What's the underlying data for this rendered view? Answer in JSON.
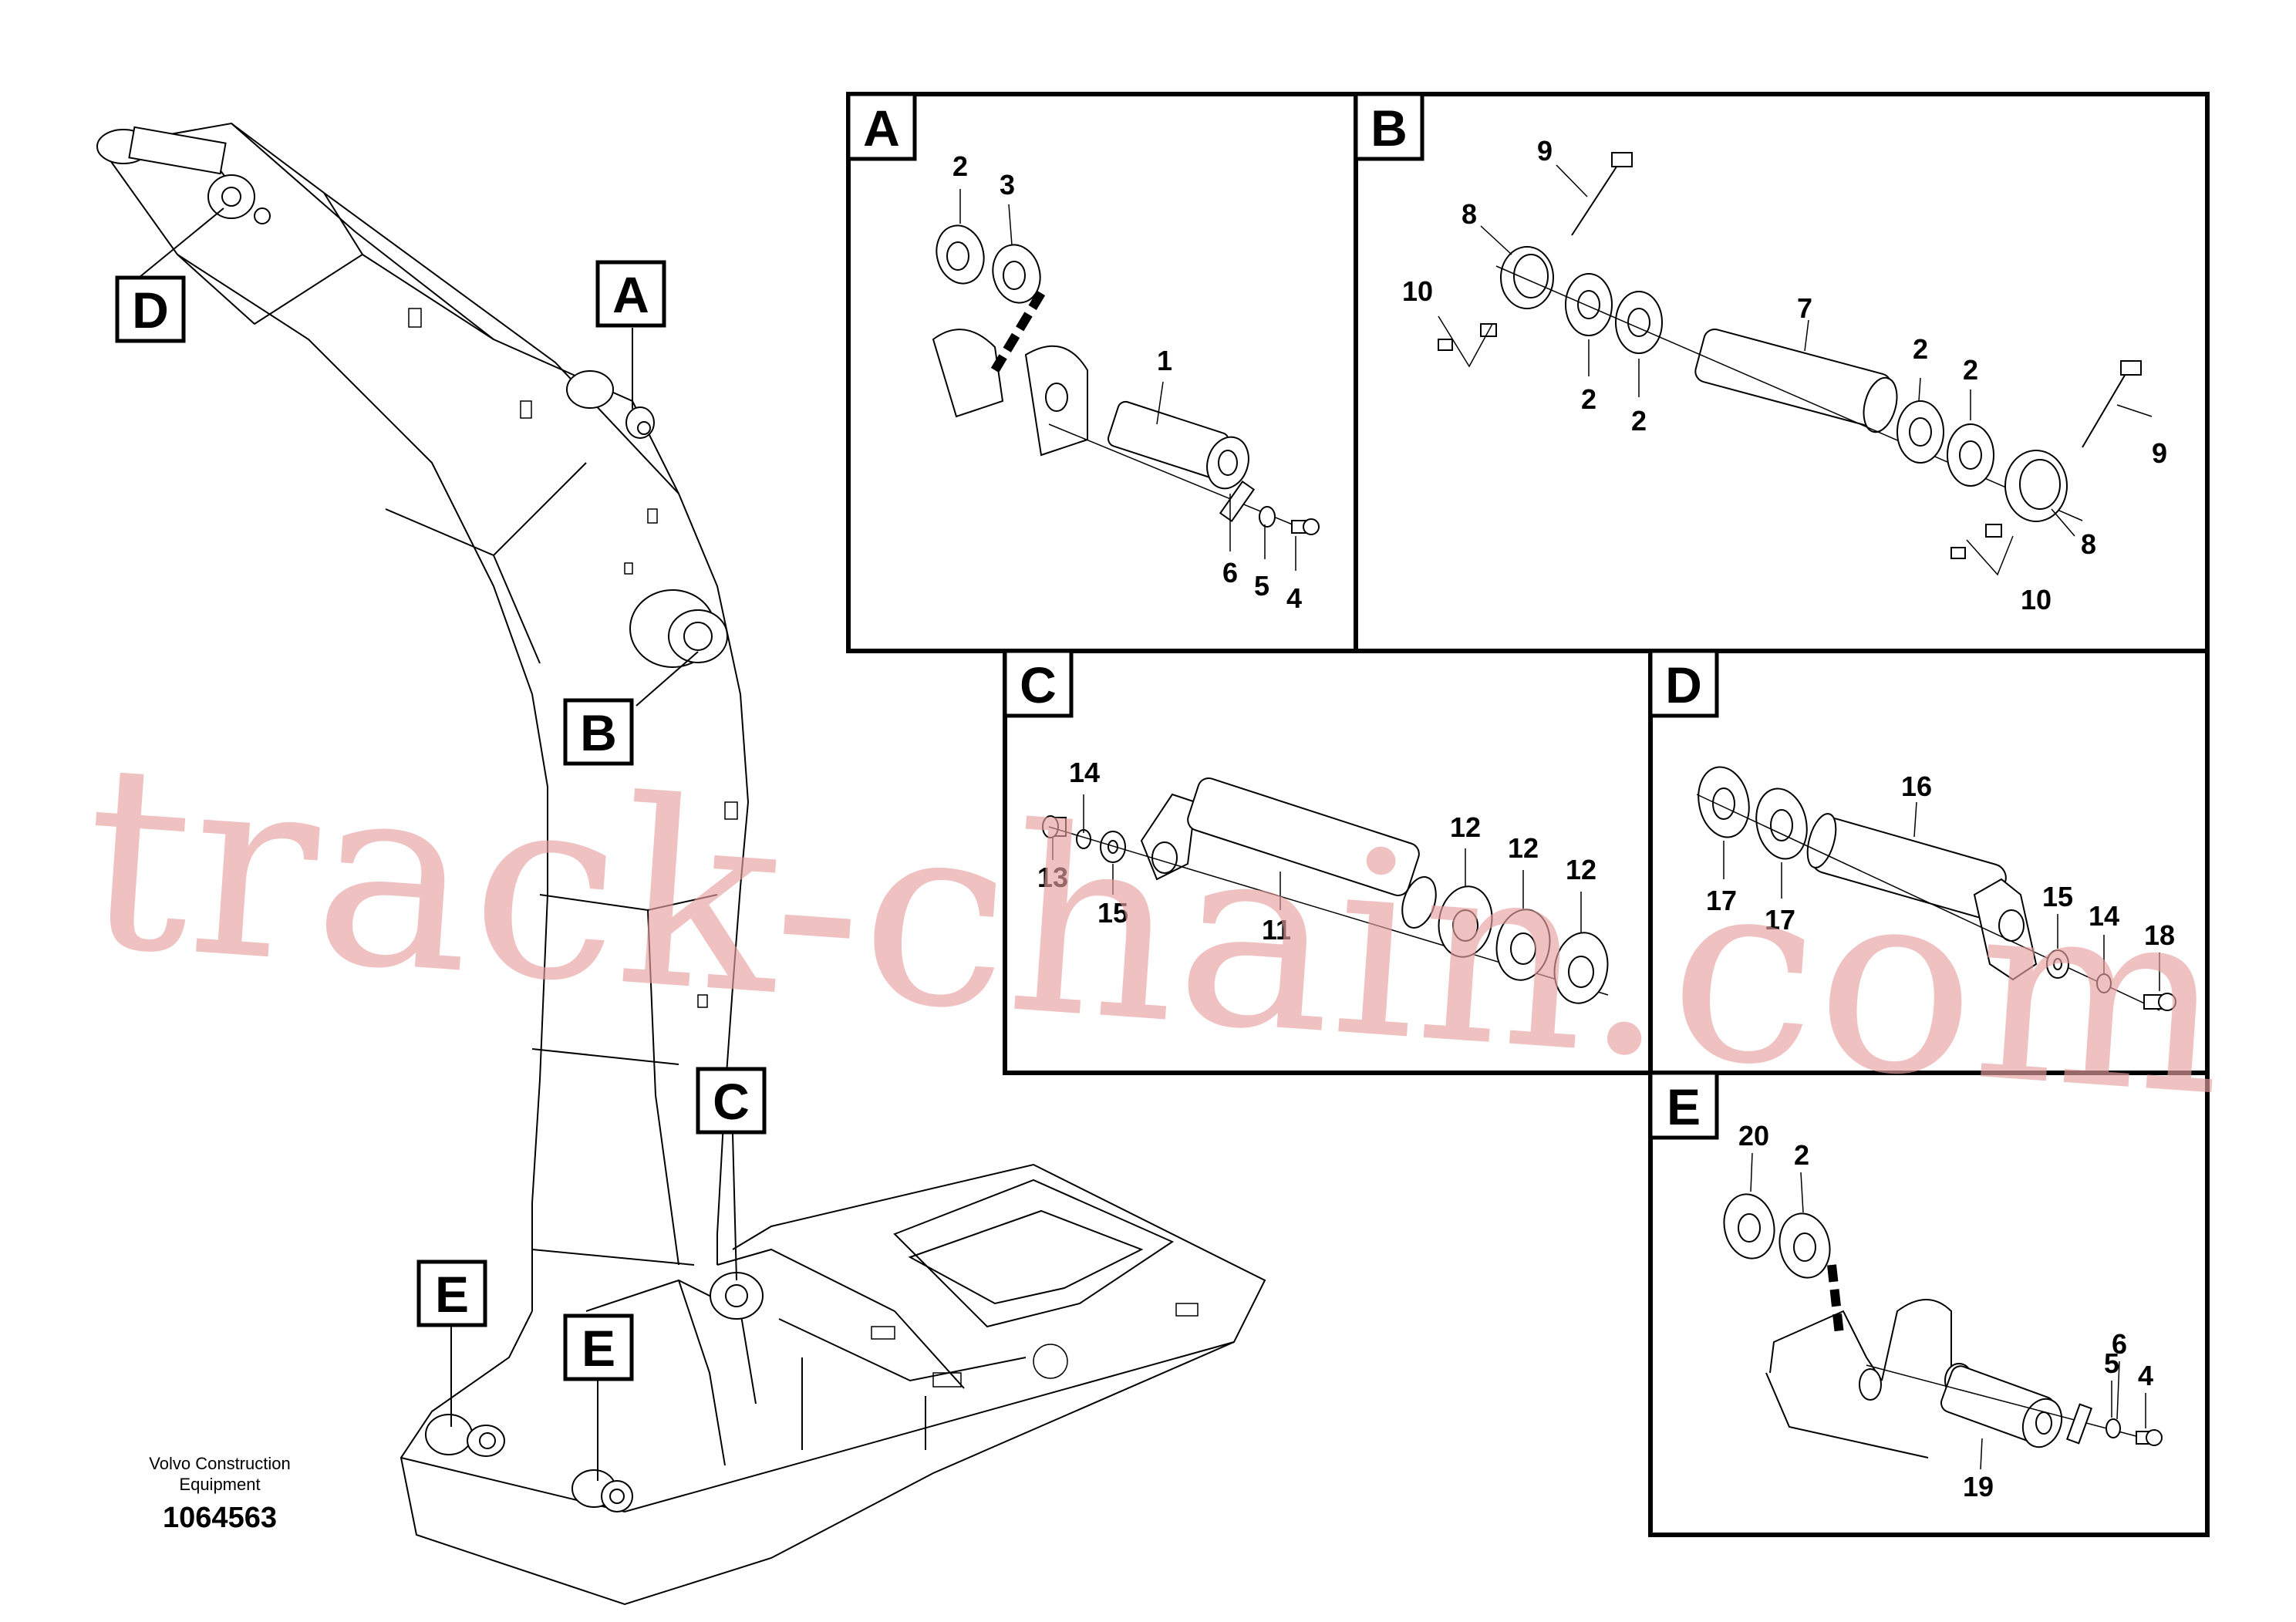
{
  "brand": {
    "company": "Volvo Construction",
    "company_line2": "Equipment",
    "drawing_number": "1064563"
  },
  "watermark": "track-chain.com",
  "callouts": {
    "a": "A",
    "b": "B",
    "c": "C",
    "d": "D",
    "e1": "E",
    "e2": "E"
  },
  "panels": {
    "a": {
      "title": "A",
      "labels": {
        "n2": "2",
        "n3": "3",
        "n1": "1",
        "n6": "6",
        "n5": "5",
        "n4": "4"
      }
    },
    "b": {
      "title": "B",
      "labels": {
        "n9a": "9",
        "n8a": "8",
        "n10a": "10",
        "n2a": "2",
        "n2b": "2",
        "n7": "7",
        "n2c": "2",
        "n2d": "2",
        "n9b": "9",
        "n8b": "8",
        "n10b": "10"
      }
    },
    "c": {
      "title": "C",
      "labels": {
        "n14": "14",
        "n13": "13",
        "n15": "15",
        "n11": "11",
        "n12a": "12",
        "n12b": "12",
        "n12c": "12"
      }
    },
    "d": {
      "title": "D",
      "labels": {
        "n16": "16",
        "n17a": "17",
        "n17b": "17",
        "n15": "15",
        "n14": "14",
        "n18": "18"
      }
    },
    "e": {
      "title": "E",
      "labels": {
        "n20": "20",
        "n2": "2",
        "n6": "6",
        "n5": "5",
        "n4": "4",
        "n19": "19"
      }
    }
  }
}
